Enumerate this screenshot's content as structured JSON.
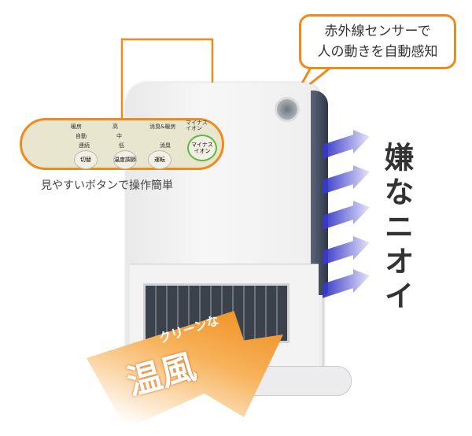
{
  "callout": {
    "line1": "赤外線センサーで",
    "line2": "人の動きを自動感知"
  },
  "panel": {
    "indicators": [
      "暖房",
      "自動",
      "連続",
      "高",
      "中",
      "低",
      "消臭&暖房",
      "消臭",
      "マイナスイオン"
    ],
    "buttons": [
      "切替",
      "温度調節",
      "運転",
      "マイナスイオン"
    ],
    "caption": "見やすいボタンで操作簡単"
  },
  "side_text": "嫌なニオイ",
  "warm_air": {
    "small": "クリーンな",
    "big": "温風"
  },
  "colors": {
    "accent": "#f08a1c",
    "arrow": "#3838c8"
  }
}
